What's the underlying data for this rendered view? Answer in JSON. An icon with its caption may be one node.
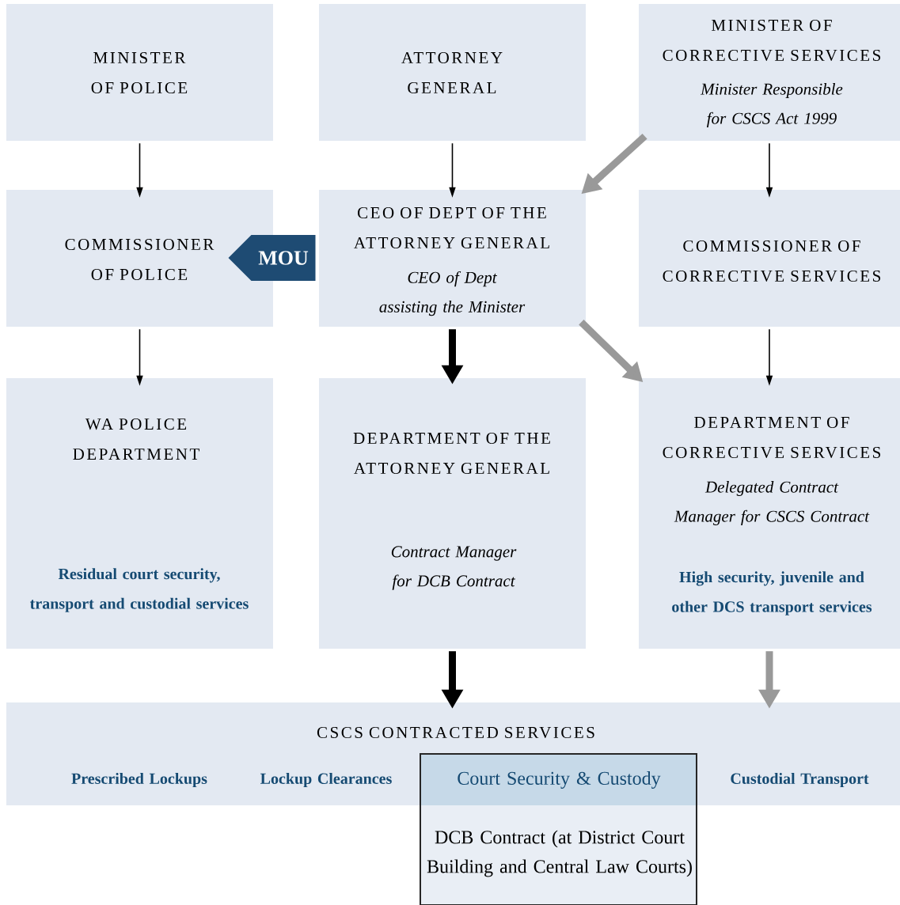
{
  "diagram": {
    "nodes": [
      {
        "text": [
          "MINISTER OF POLICE"
        ]
      },
      {
        "text": [
          "ATTORNEY GENERAL"
        ]
      },
      {
        "text": [
          "MINISTER OF CORRECTIVE SERVICES",
          "Minister Responsible for CSCS Act 1999"
        ]
      },
      {
        "text": [
          "COMMISSIONER OF POLICE"
        ]
      },
      {
        "text": [
          "MOU"
        ]
      },
      {
        "text": [
          "CEO OF DEPT OF THE ATTORNEY GENERAL",
          "CEO of Dept assisting the Minister"
        ]
      },
      {
        "text": [
          "COMMISSIONER OF CORRECTIVE SERVICES"
        ]
      },
      {
        "text": [
          "WA POLICE DEPARTMENT",
          "Residual court security, transport and custodial services"
        ]
      },
      {
        "text": [
          "DEPARTMENT OF THE ATTORNEY GENERAL",
          "Contract Manager for DCB Contract"
        ]
      },
      {
        "text": [
          "DEPARTMENT OF CORRECTIVE SERVICES",
          "Delegated Contract Manager for CSCS Contract",
          "High security, juvenile and other DCS transport services"
        ]
      },
      {
        "text": [
          "CSCS CONTRACTED SERVICES",
          "Prescribed Lockups",
          "Lockup Clearances",
          "Custodial Transport"
        ]
      },
      {
        "text": [
          "Court Security & Custody",
          "DCB Contract (at District Court Building and Central Law Courts)"
        ]
      }
    ],
    "edges": [
      {
        "from": 0,
        "to": 3,
        "arrow": "to"
      },
      {
        "from": 1,
        "to": 5,
        "arrow": "to"
      },
      {
        "from": 2,
        "to": 6,
        "arrow": "to"
      },
      {
        "from": 2,
        "to": 5,
        "arrow": "to",
        "style": "thick",
        "color": "#999999"
      },
      {
        "from": 3,
        "to": 7,
        "arrow": "to"
      },
      {
        "from": 5,
        "to": 8,
        "arrow": "to",
        "style": "thick"
      },
      {
        "from": 5,
        "to": 9,
        "arrow": "to",
        "style": "thick",
        "color": "#999999"
      },
      {
        "from": 6,
        "to": 9,
        "arrow": "to"
      },
      {
        "from": 8,
        "to": 10,
        "arrow": "to",
        "style": "thick"
      },
      {
        "from": 9,
        "to": 10,
        "arrow": "to",
        "style": "thick",
        "color": "#999999"
      }
    ]
  }
}
